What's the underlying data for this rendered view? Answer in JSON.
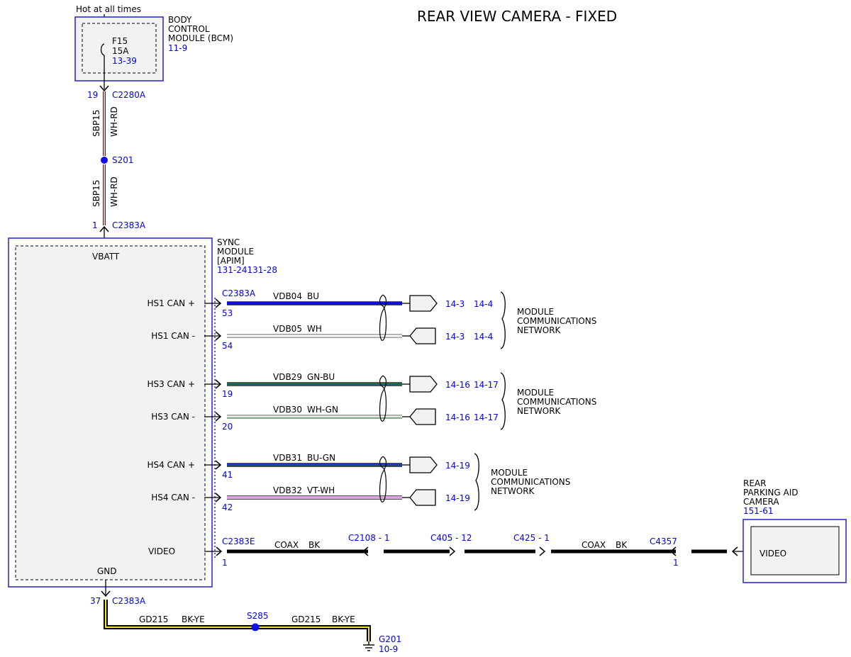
{
  "title": "REAR VIEW CAMERA - FIXED",
  "power_label": "Hot at all times",
  "bcm": {
    "name_lines": [
      "BODY",
      "CONTROL",
      "MODULE (BCM)"
    ],
    "ref": "11-9",
    "fuse_name": "F15",
    "fuse_rating": "15A",
    "fuse_ref": "13-39"
  },
  "c2280a": {
    "pin": "19",
    "name": "C2280A"
  },
  "circuit_sbp15": {
    "name": "SBP15",
    "color": "WH-RD"
  },
  "splice_s201": "S201",
  "c2383a_top": {
    "pin": "1",
    "name": "C2383A"
  },
  "sync": {
    "name_lines": [
      "SYNC",
      "MODULE",
      "[APIM]",
      "131-24131-28"
    ],
    "vbatt": "VBATT",
    "gnd": "GND",
    "video": "VIDEO"
  },
  "can_connector": "C2383A",
  "can_rows": [
    {
      "label": "HS1 CAN +",
      "pin": "53",
      "circuit": "VDB04",
      "color": "BU",
      "refs": [
        "14-3",
        "14-4"
      ],
      "wire": "#1010dd"
    },
    {
      "label": "HS1 CAN -",
      "pin": "54",
      "circuit": "VDB05",
      "color": "WH",
      "refs": [
        "14-3",
        "14-4"
      ],
      "wire": "#ffffff"
    },
    {
      "label": "HS3 CAN +",
      "pin": "19",
      "circuit": "VDB29",
      "color": "GN-BU",
      "refs": [
        "14-16",
        "14-17"
      ],
      "wire": "#1f6e3a"
    },
    {
      "label": "HS3 CAN -",
      "pin": "20",
      "circuit": "VDB30",
      "color": "WH-GN",
      "refs": [
        "14-16",
        "14-17"
      ],
      "wire": "#e9f3e6"
    },
    {
      "label": "HS4 CAN +",
      "pin": "41",
      "circuit": "VDB31",
      "color": "BU-GN",
      "refs": [
        "14-19"
      ],
      "wire": "#1a2aa8"
    },
    {
      "label": "HS4 CAN -",
      "pin": "42",
      "circuit": "VDB32",
      "color": "VT-WH",
      "refs": [
        "14-19"
      ],
      "wire": "#d9a6e0"
    }
  ],
  "network_label": [
    "MODULE",
    "COMMUNICATIONS",
    "NETWORK"
  ],
  "video_run": {
    "connector": "C2383E",
    "pin": "1",
    "wire_type": "COAX",
    "wire_color": "BK",
    "inline1": "C2108 - 1",
    "inline2": "C405 - 12",
    "inline3": "C425  -  1",
    "camera_connector": "C4357",
    "camera_pin": "1"
  },
  "camera": {
    "name_lines": [
      "REAR",
      "PARKING AID",
      "CAMERA"
    ],
    "ref": "151-61",
    "video": "VIDEO"
  },
  "ground": {
    "pin": "37",
    "connector": "C2383A",
    "circuit": "GD215",
    "color": "BK-YE",
    "splice": "S285",
    "ground_name": "G201",
    "ground_ref": "10-9"
  }
}
